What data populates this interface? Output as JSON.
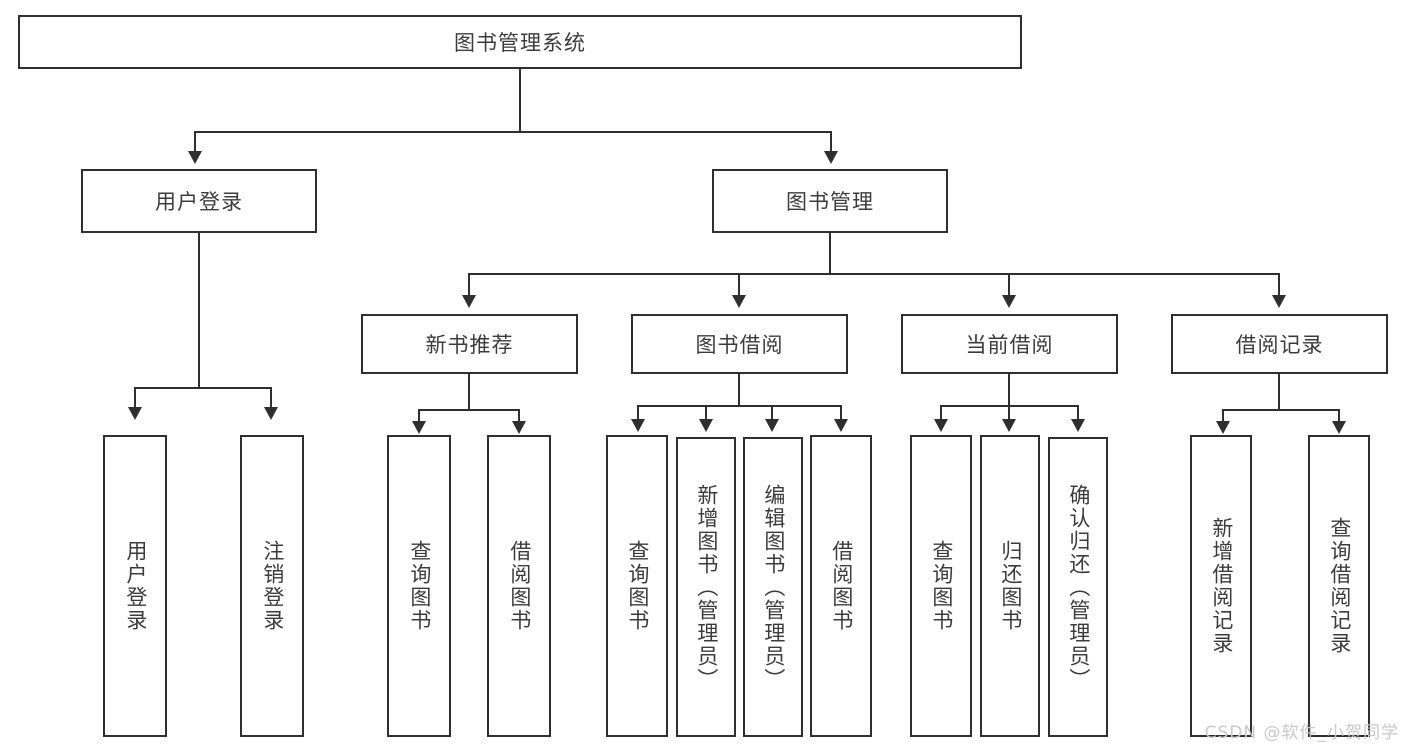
{
  "diagram": {
    "title": "图书管理系统",
    "type": "tree-hierarchy-chart",
    "root": {
      "label": "图书管理系统"
    },
    "level2": [
      {
        "label": "用户登录"
      },
      {
        "label": "图书管理"
      }
    ],
    "level3": [
      {
        "label": "新书推荐"
      },
      {
        "label": "图书借阅"
      },
      {
        "label": "当前借阅"
      },
      {
        "label": "借阅记录"
      }
    ],
    "leaves": {
      "user_login": [
        {
          "label": "用户登录"
        },
        {
          "label": "注销登录"
        }
      ],
      "new_book_recommend": [
        {
          "label": "查询图书"
        },
        {
          "label": "借阅图书"
        }
      ],
      "book_borrow": [
        {
          "label": "查询图书"
        },
        {
          "label": "新增图书（管理员）"
        },
        {
          "label": "编辑图书（管理员）"
        },
        {
          "label": "借阅图书"
        }
      ],
      "current_borrow": [
        {
          "label": "查询图书"
        },
        {
          "label": "归还图书"
        },
        {
          "label": "确认归还（管理员）"
        }
      ],
      "borrow_record": [
        {
          "label": "新增借阅记录"
        },
        {
          "label": "查询借阅记录"
        }
      ]
    }
  },
  "watermark": {
    "text": "CSDN @软件_小贺同学"
  },
  "colors": {
    "border": "#2f2f2f",
    "text": "#3c3c3c",
    "background": "#ffffff",
    "watermark": "#c9c9c9"
  }
}
